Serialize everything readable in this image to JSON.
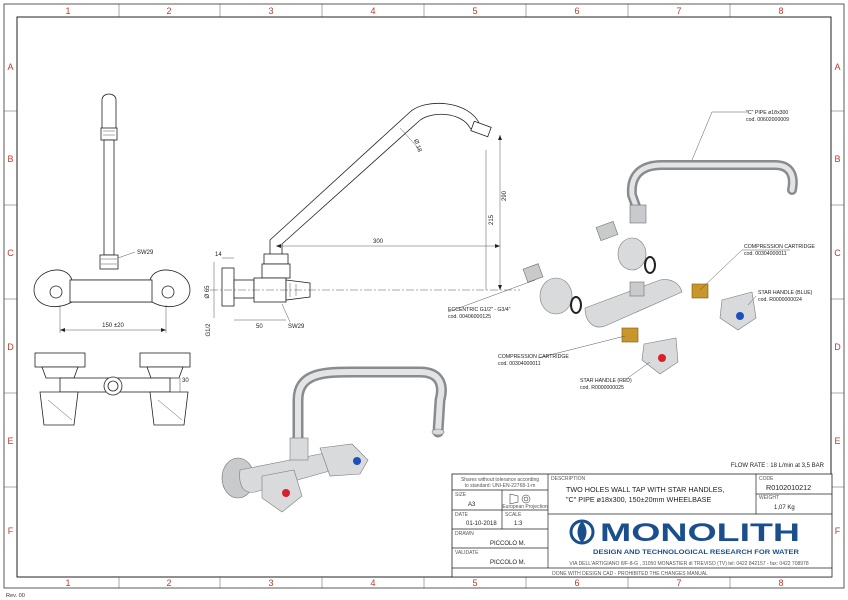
{
  "grid": {
    "columns": [
      "1",
      "2",
      "3",
      "4",
      "5",
      "6",
      "7",
      "8"
    ],
    "rows": [
      "A",
      "B",
      "C",
      "D",
      "E",
      "F"
    ]
  },
  "dimensions": {
    "sw_top": "SW29",
    "sw_side": "SW29",
    "wheelbase": "150 ±20",
    "reach": "300",
    "height": "290",
    "height_inner": "215",
    "pipe_dia": "Ø 18",
    "body_dia": "Ø 65",
    "thread": "G1/2",
    "depth_14": "14",
    "depth_50": "50",
    "handle_30": "30"
  },
  "callouts": {
    "pipe_name": "\"C\" PIPE ø18x300",
    "pipe_code": "cod. 00602000009",
    "cartridge_top_name": "COMPRESSION CARTRIDGE",
    "cartridge_top_code": "cod. 00304000011",
    "handle_blue_name": "STAR HANDLE (BLUE)",
    "handle_blue_code": "cod. R0000000024",
    "eccentric_name": "ECCENTRIC G1/2\" - G3/4\"",
    "eccentric_code": "cod. 00406000125",
    "cartridge_bottom_name": "COMPRESSION CARTRIDGE",
    "cartridge_bottom_code": "cod. 00304000011",
    "handle_red_name": "STAR HANDLE (RED)",
    "handle_red_code": "cod. R0000000025"
  },
  "flow_rate": "FLOW RATE : 18 L/min at 3,5 BAR",
  "title_block": {
    "tolerance_note_1": "Shares without tolerance according",
    "tolerance_note_2": "to standard: UNI-EN-22768-1-m",
    "size_label": "SIZE",
    "size_value": "A3",
    "projection": "European Projection",
    "date_label": "DATE",
    "date_value": "01-10-2018",
    "scale_label": "SCALE",
    "scale_value": "1:3",
    "drawn_label": "DRAWN",
    "drawn_value": "PICCOLO M.",
    "validate_label": "VALIDATE",
    "validate_value": "PICCOLO M.",
    "description_label": "DESCRIPTION",
    "description_line1": "TWO HOLES WALL TAP WITH STAR HANDLES,",
    "description_line2": "\"C\" PIPE ø18x300, 150±20mm WHEELBASE",
    "code_label": "CODE",
    "code_value": "R0102010212",
    "weight_label": "WEIGHT",
    "weight_value": "1,07 Kg",
    "brand": "MONOLITH",
    "tagline": "DESIGN AND TECHNOLOGICAL RESEARCH FOR WATER",
    "address": "VIA DELL'ARTIGIANO 8/F-8-G , 31050 MONASTIER di TREVISO (TV) tel: 0422 842157 - fax: 0422 708978",
    "footer_note": "DONE WITH DESIGN CAD - PROHIBITED THE CHANGES MANUAL"
  },
  "revision": "Rev. 00",
  "colors": {
    "grid_red": "#c0392b",
    "brand_blue": "#1a4e8c",
    "handle_red": "#d6202a",
    "handle_blue": "#1f4fbf",
    "brass": "#c9962c"
  }
}
